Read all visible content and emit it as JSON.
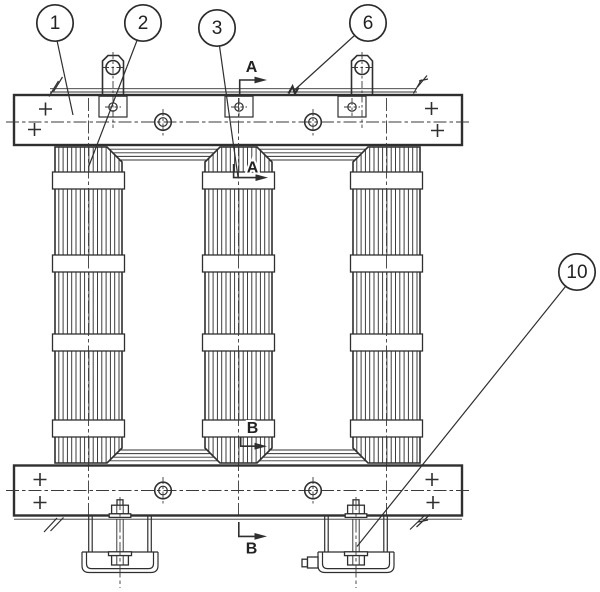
{
  "drawing": {
    "background_color": "#ffffff",
    "ink_color": "#2f2f2f",
    "view": "transformer-core-and-clamp-assembly-front-view"
  },
  "callouts": [
    {
      "label": "1"
    },
    {
      "label": "2"
    },
    {
      "label": "3"
    },
    {
      "label": "6"
    },
    {
      "label": "10"
    }
  ],
  "section_markers": [
    {
      "label": "A"
    },
    {
      "label": "A"
    },
    {
      "label": "B"
    },
    {
      "label": "B"
    }
  ]
}
